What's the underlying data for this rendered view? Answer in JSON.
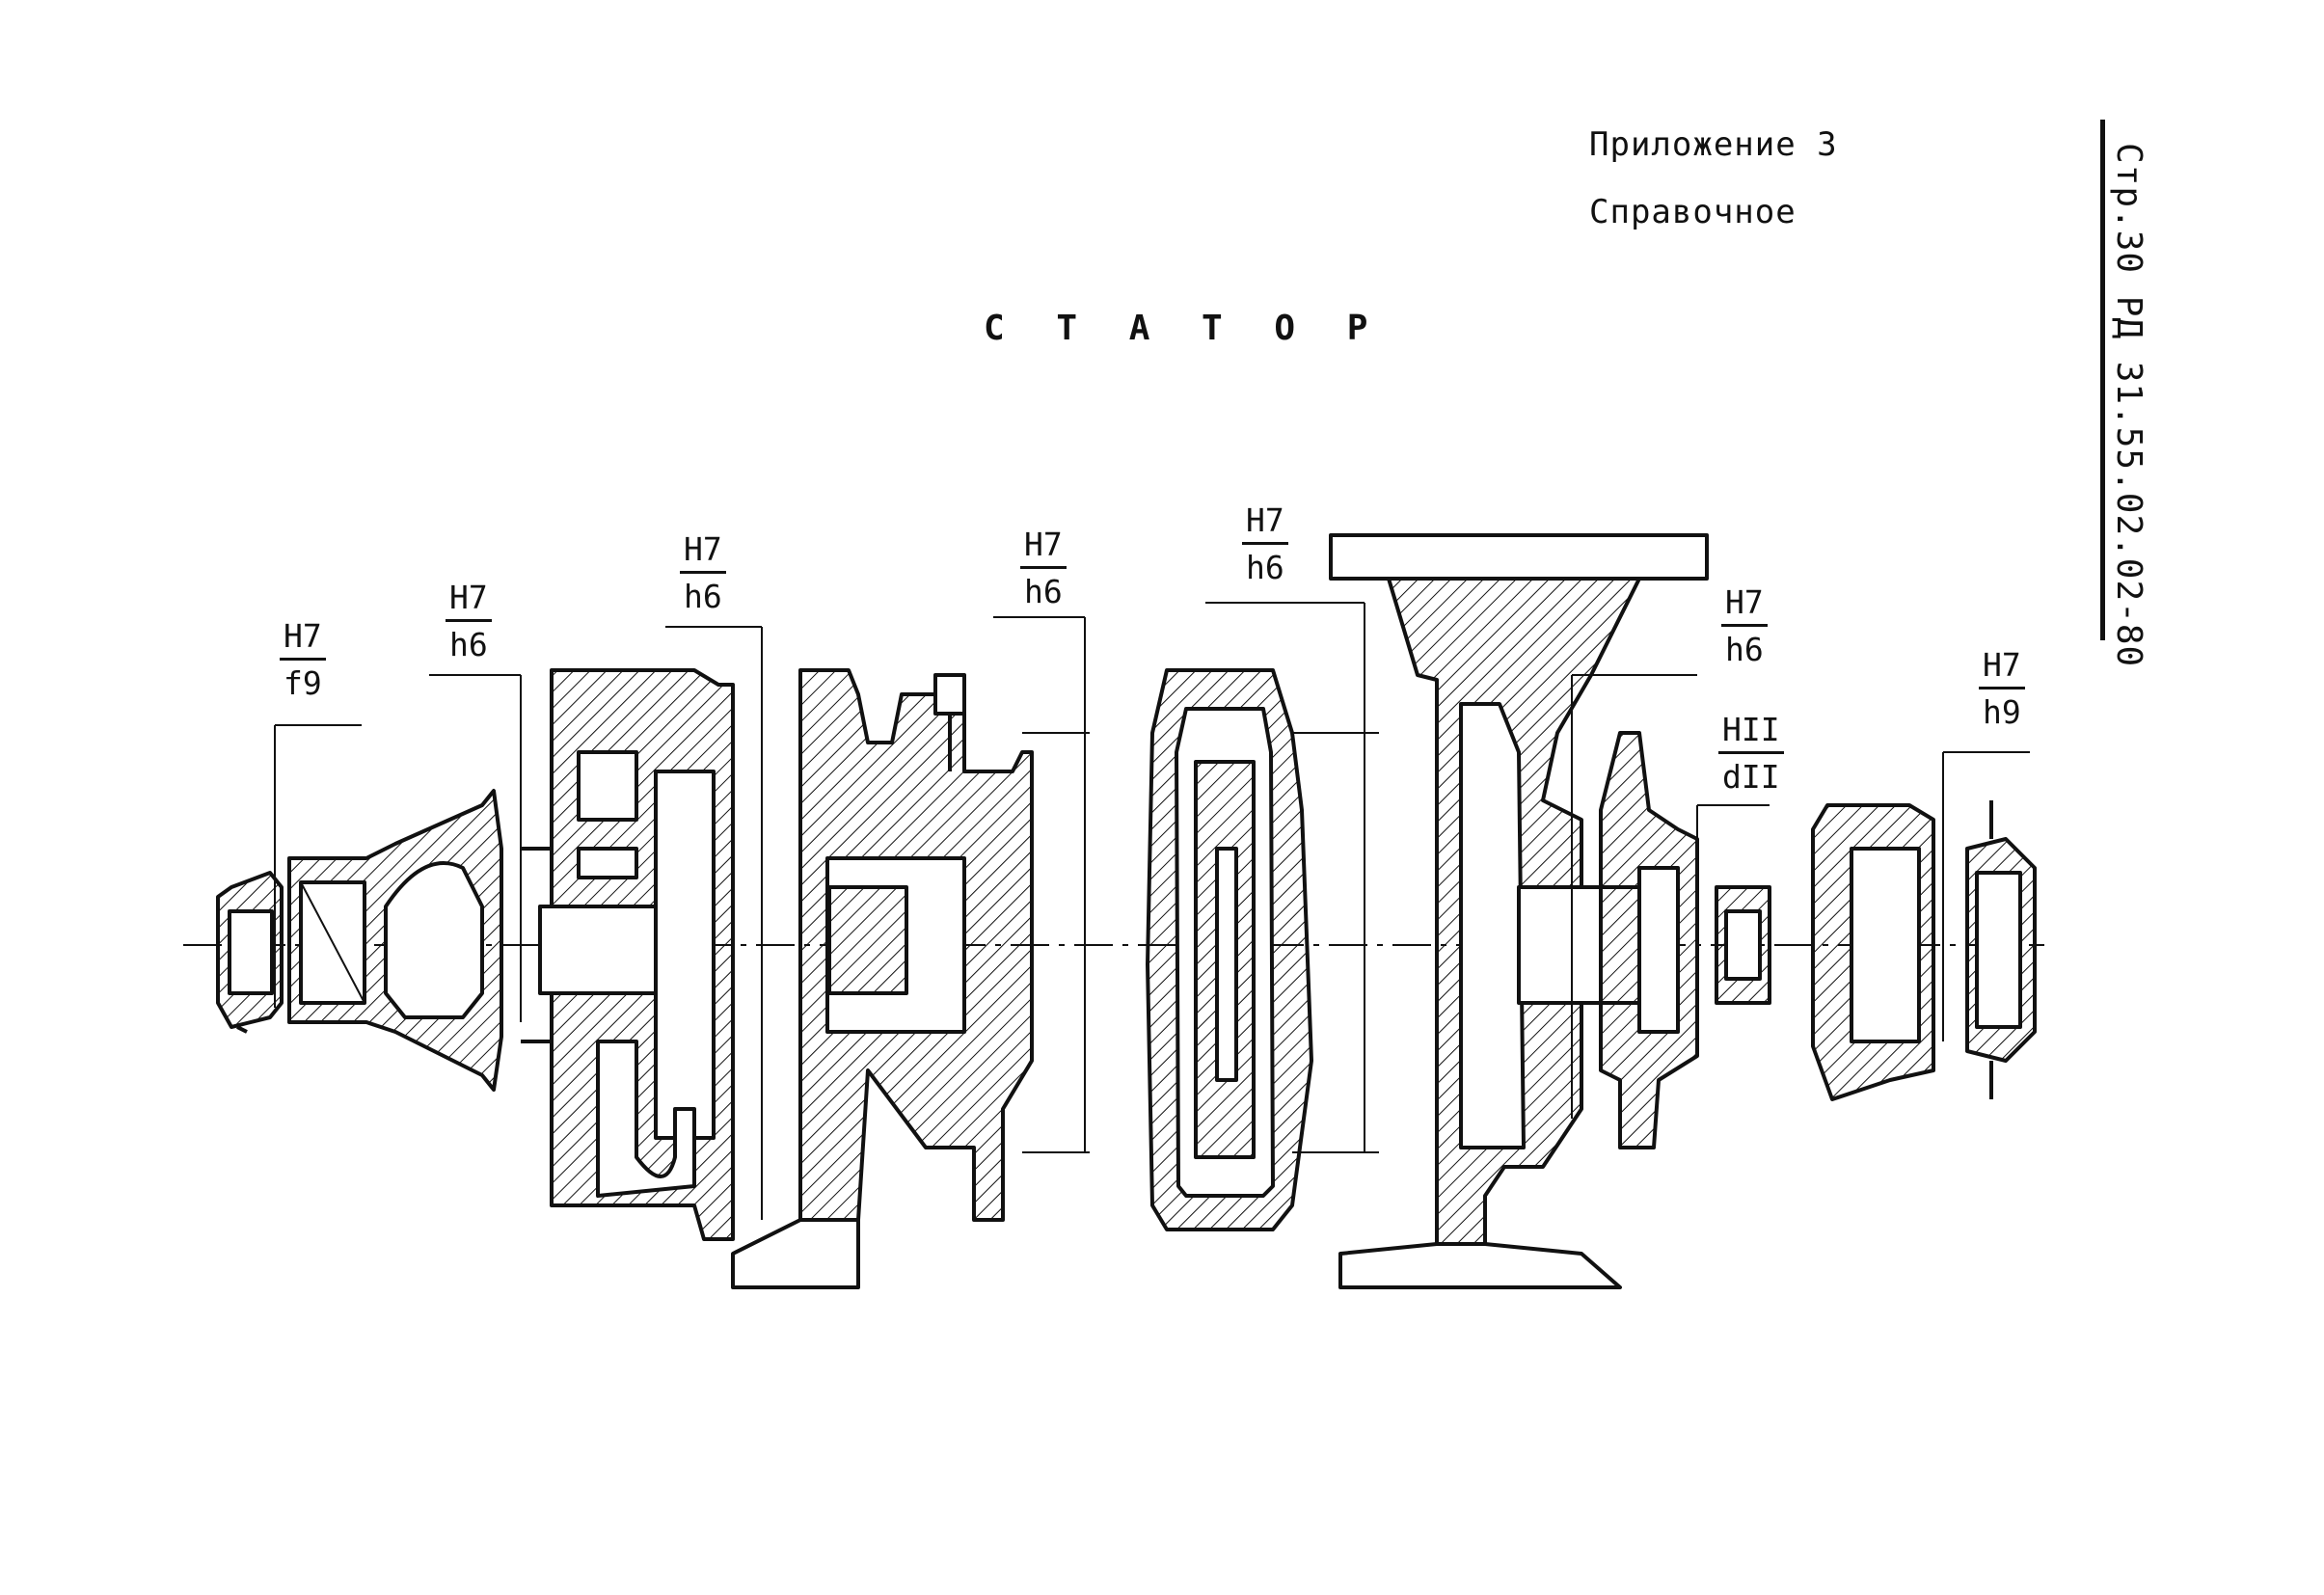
{
  "header": {
    "appendix": "Приложение 3",
    "appendix_type": "Справочное",
    "document_ref": "Стр.30 РД 31.55.02.02-80"
  },
  "title": "С Т А Т О Р",
  "fits": [
    {
      "upper": "H7",
      "lower": "f9"
    },
    {
      "upper": "H7",
      "lower": "h6"
    },
    {
      "upper": "H7",
      "lower": "h6"
    },
    {
      "upper": "H7",
      "lower": "h6"
    },
    {
      "upper": "H7",
      "lower": "h6"
    },
    {
      "upper": "H7",
      "lower": "h6"
    },
    {
      "upper": "HII",
      "lower": "dII"
    },
    {
      "upper": "H7",
      "lower": "h9"
    }
  ],
  "colors": {
    "ink": "#111111",
    "paper": "#ffffff"
  }
}
